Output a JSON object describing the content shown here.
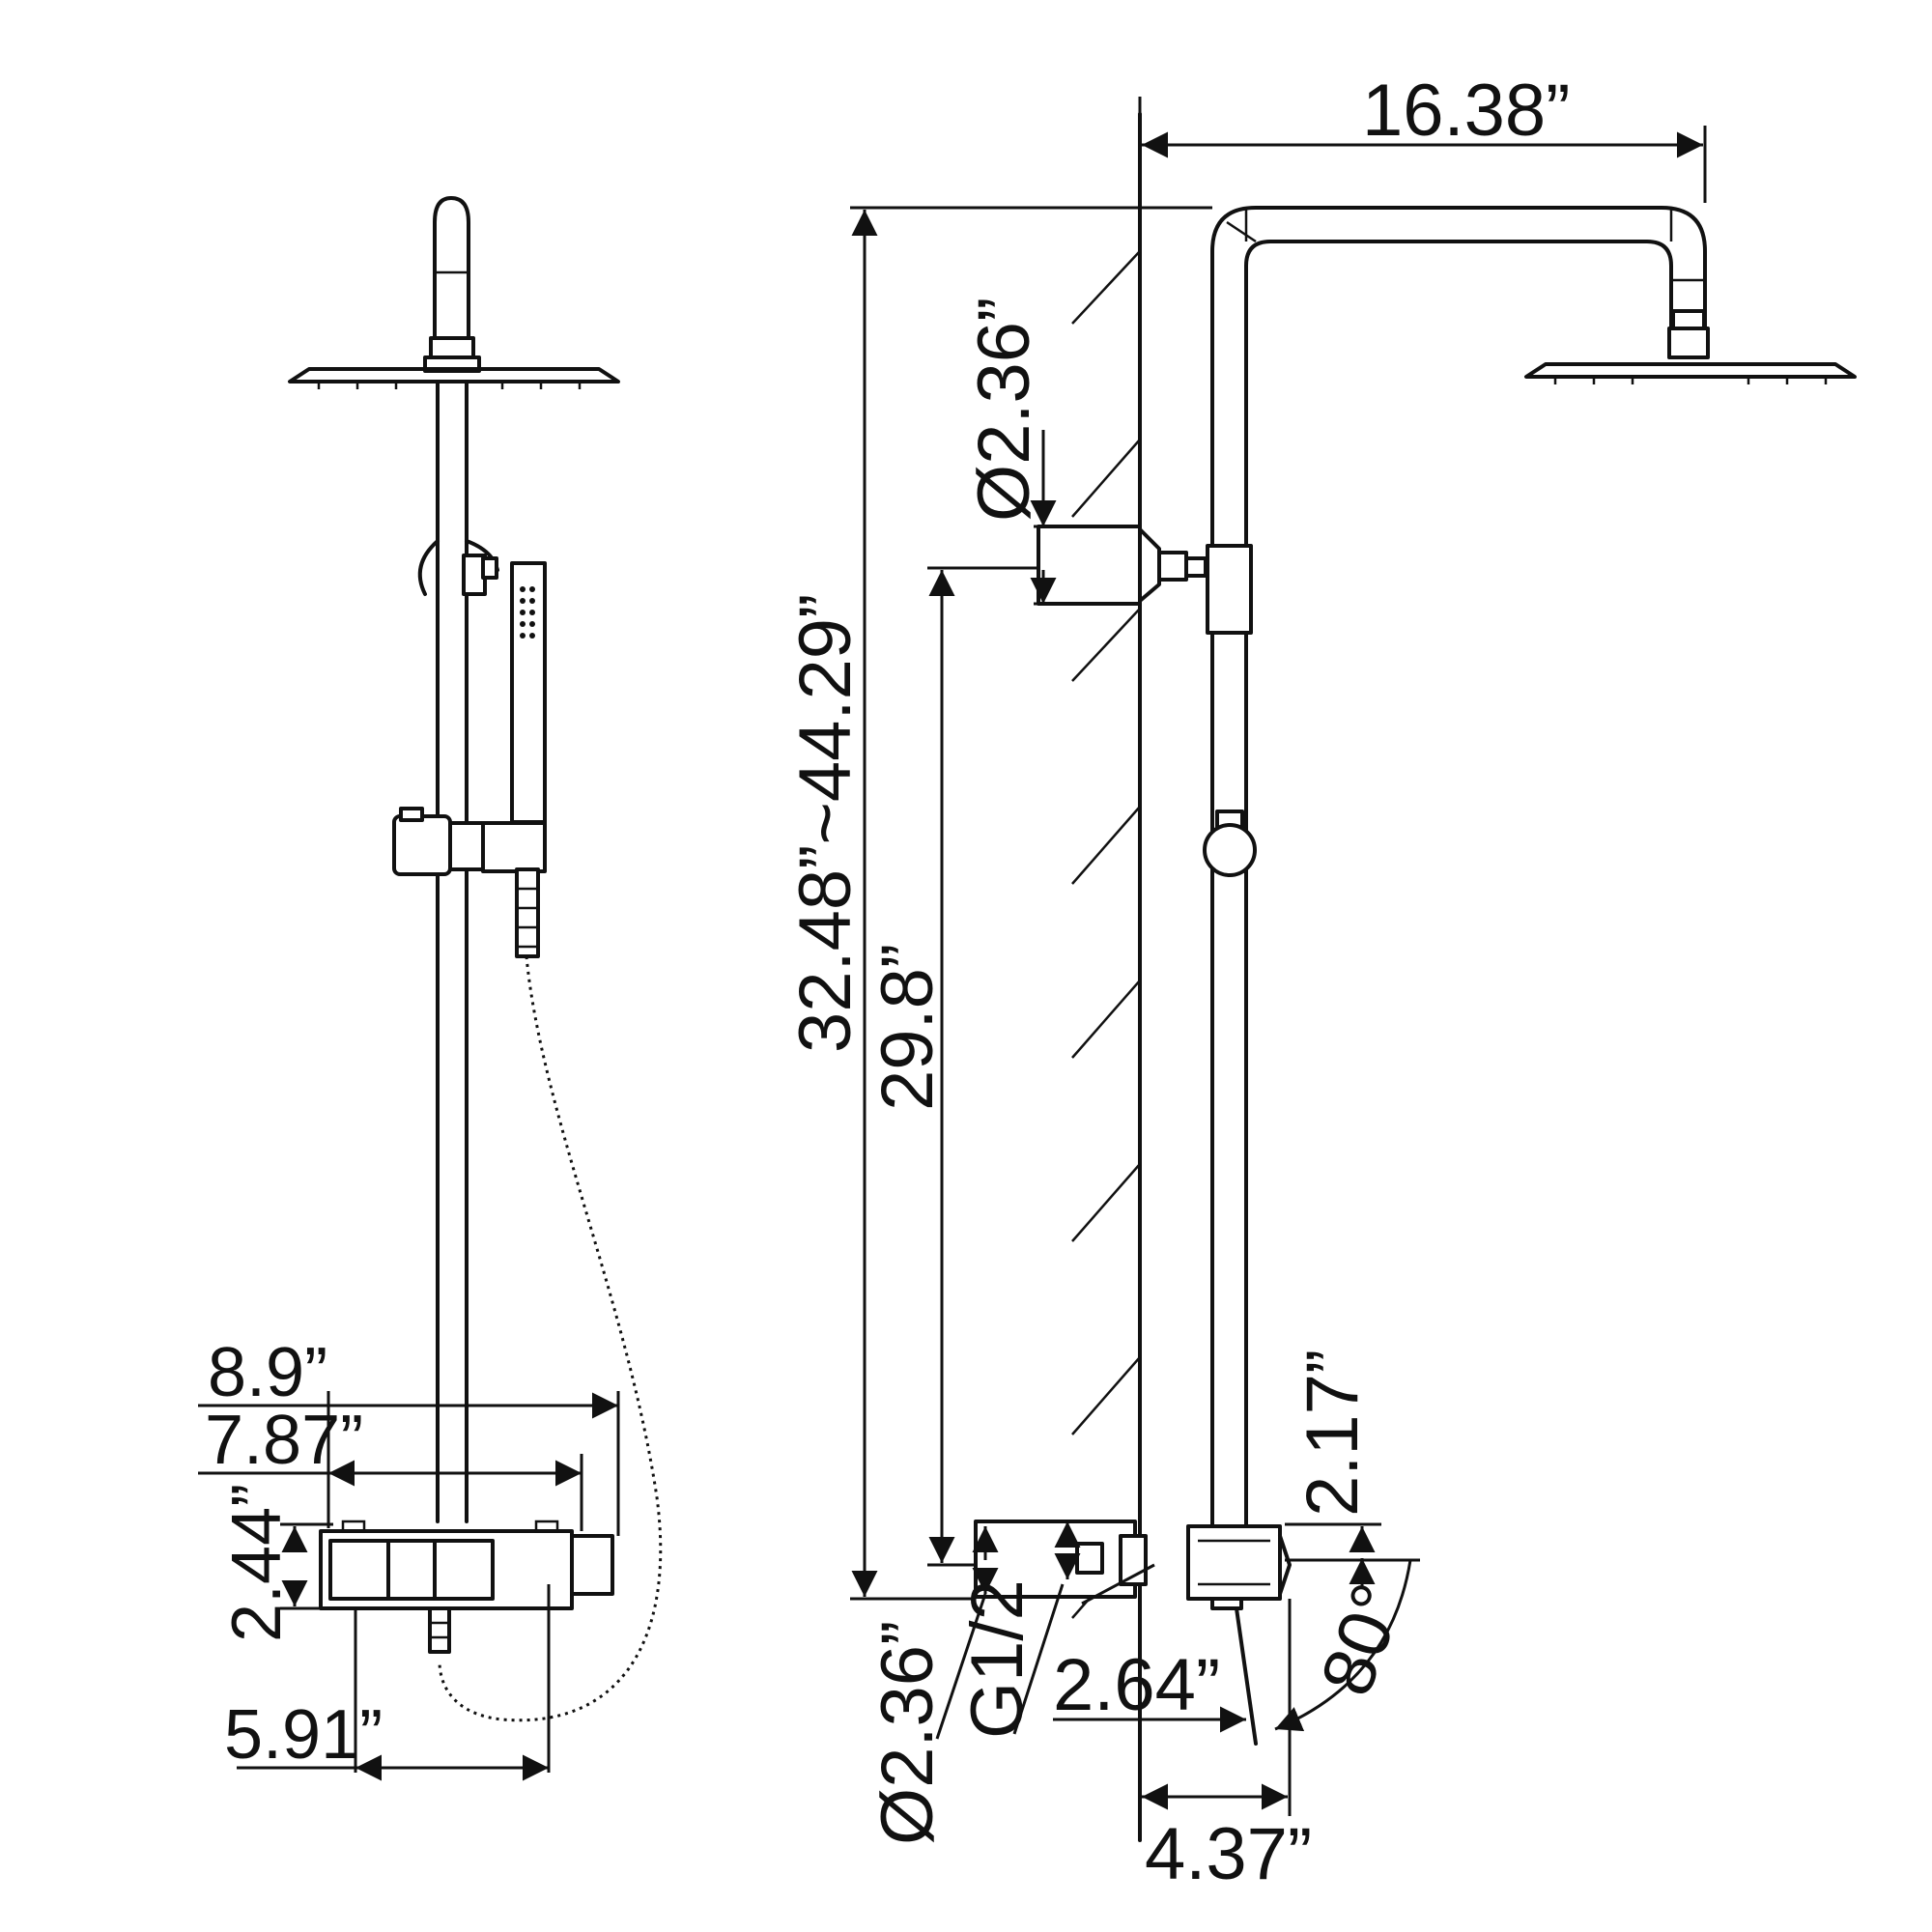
{
  "dimensions": {
    "overall_reach": "16.38”",
    "height_range": "32.48”~44.29”",
    "slide_bar_length": "29.8”",
    "arm_diameter_top": "Ø2.36”",
    "arm_diameter_bottom": "Ø2.36”",
    "inlet_thread": "G1/2",
    "valve_height": "2.17”",
    "spout_offset": "2.64”",
    "wall_to_pipe": "4.37”",
    "spout_angle": "80°",
    "total_width": "8.9”",
    "valve_width": "7.87”",
    "valve_depth": "2.44”",
    "spout_width": "5.91”"
  }
}
